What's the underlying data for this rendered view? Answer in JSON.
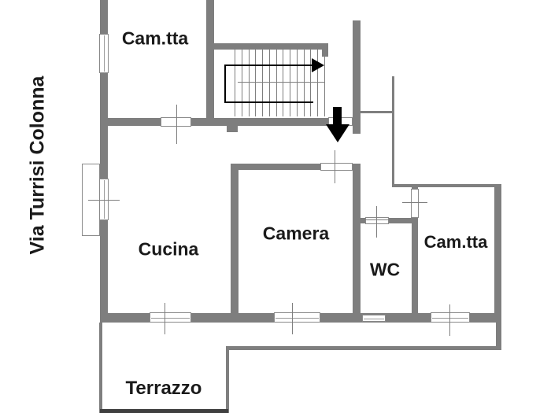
{
  "street": {
    "label": "Via Turrisi Colonna"
  },
  "rooms": [
    {
      "id": "camtta-top",
      "label": "Cam.tta"
    },
    {
      "id": "cucina",
      "label": "Cucina"
    },
    {
      "id": "camera",
      "label": "Camera"
    },
    {
      "id": "wc",
      "label": "WC"
    },
    {
      "id": "camtta-right",
      "label": "Cam.tta"
    },
    {
      "id": "terrazzo",
      "label": "Terrazzo"
    }
  ],
  "icons": {
    "stair_direction": "stair-up-right-arrow",
    "entrance": "entrance-down-arrow"
  },
  "colors": {
    "wall": "#7e7e7e",
    "thin_line": "#7f7f7f",
    "text": "#1a1a1a",
    "arrow": "#000000",
    "background": "#ffffff"
  }
}
